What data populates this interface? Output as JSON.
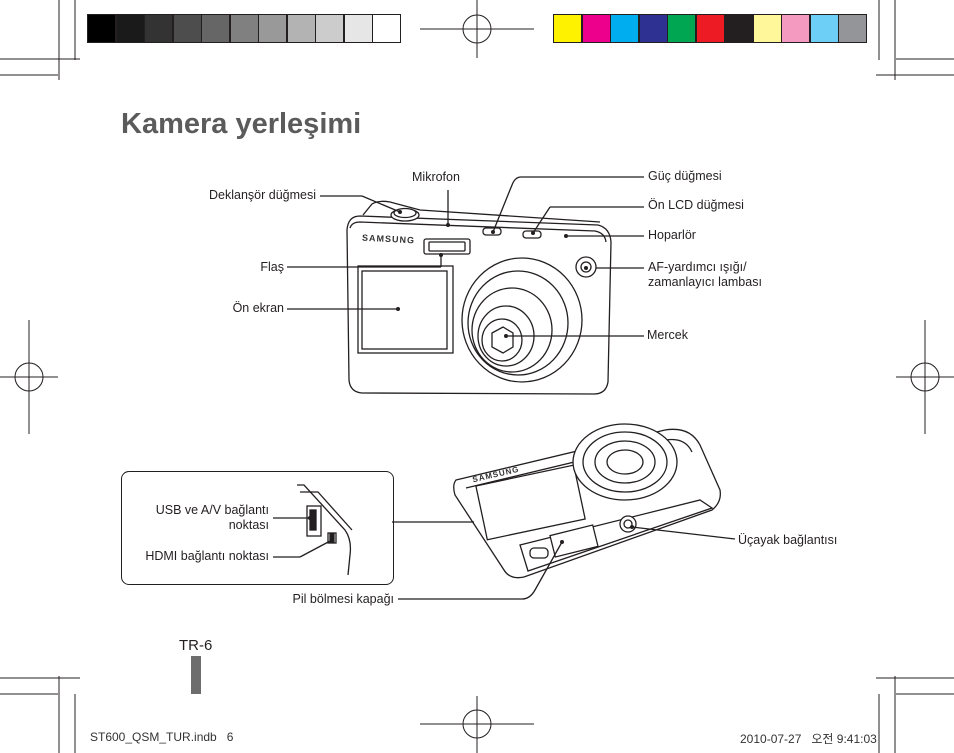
{
  "title": "Kamera yerleşimi",
  "labels": {
    "shutter": "Deklanşör düğmesi",
    "microphone": "Mikrofon",
    "power": "Güç düğmesi",
    "front_lcd": "Ön LCD düğmesi",
    "speaker": "Hoparlör",
    "flash": "Flaş",
    "af_lamp": "AF-yardımcı ışığı/\nzamanlayıcı lambası",
    "front_screen": "Ön ekran",
    "lens": "Mercek",
    "usb_av": "USB ve A/V bağlantı\nnoktası",
    "hdmi": "HDMI bağlantı noktası",
    "tripod": "Üçayak bağlantısı",
    "battery_cover": "Pil bölmesi kapağı"
  },
  "brand_text": "SAMSUNG",
  "page_number": "TR-6",
  "footer": {
    "file": "ST600_QSM_TUR.indb   6",
    "timestamp": "2010-07-27   오전 9:41:03"
  },
  "colors": {
    "gray_scale": [
      "#000000",
      "#1a1a1a",
      "#333333",
      "#4d4d4d",
      "#666666",
      "#808080",
      "#999999",
      "#b3b3b3",
      "#cccccc",
      "#e6e6e6",
      "#ffffff"
    ],
    "color_bars": [
      "#fff200",
      "#ec008c",
      "#00aeef",
      "#2e3192",
      "#00a651",
      "#ed1c24",
      "#231f20",
      "#fff799",
      "#f49ac1",
      "#6dcff6",
      "#939598"
    ],
    "title_color": "#5b5b5b",
    "tab_color": "#6d6d6d"
  }
}
